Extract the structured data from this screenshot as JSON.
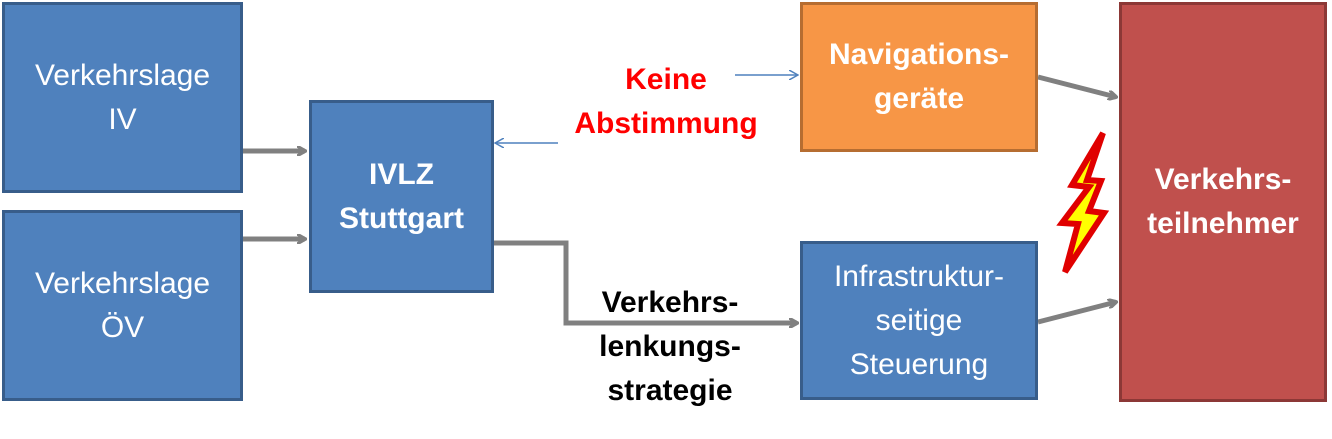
{
  "nodes": {
    "verkehrslage_iv": "Verkehrslage\nIV",
    "verkehrslage_oev": "Verkehrslage\nÖV",
    "ivlz": "IVLZ\nStuttgart",
    "navigation": "Navigations-\ngeräte",
    "infrastruktur": "Infrastruktur-\nseitige\nSteuerung",
    "verkehrsteilnehmer": "Verkehrs-\nteilnehmer"
  },
  "labels": {
    "keine_abstimmung": "Keine\nAbstimmung",
    "strategie": "Verkehrs-\nlenkungs-\nstrategie"
  },
  "colors": {
    "blue": "#4f81bd",
    "orange": "#f79646",
    "red": "#c0504d",
    "arrow_gray": "#808080",
    "arrow_blue": "#4f81bd",
    "warning_red": "#ff0000",
    "lightning_yellow": "#ffff00"
  }
}
